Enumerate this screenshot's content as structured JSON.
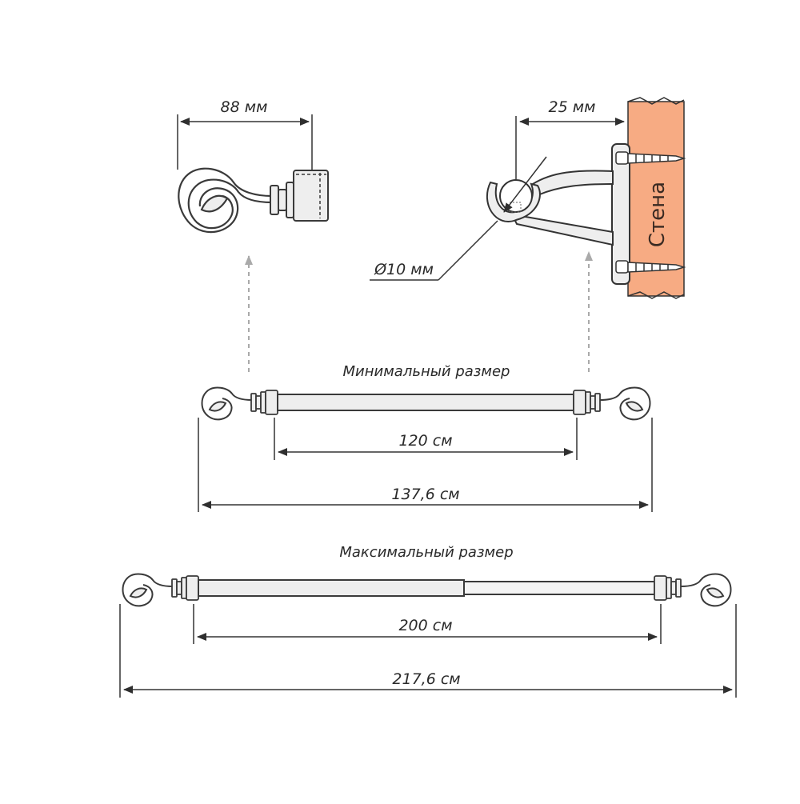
{
  "finial": {
    "width_label": "88 мм"
  },
  "bracket": {
    "offset_label": "25 мм",
    "diameter_label": "Ø10 мм"
  },
  "wall": {
    "label": "Стена",
    "color": "#f7ab83"
  },
  "min_config": {
    "title": "Минимальный размер",
    "rod_length_label": "120 см",
    "total_length_label": "137,6 см"
  },
  "max_config": {
    "title": "Максимальный размер",
    "rod_length_label": "200 см",
    "total_length_label": "217,6 см"
  },
  "colors": {
    "line": "#3a3a3a",
    "metal_fill": "#eeeeee",
    "arrow_dashed": "#aaaaaa"
  }
}
